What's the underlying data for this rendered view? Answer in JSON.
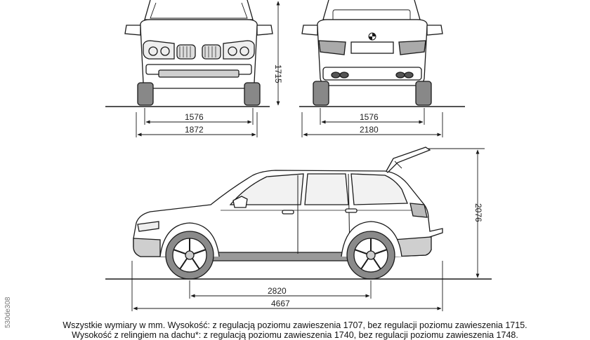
{
  "dimensions": {
    "front_track": "1576",
    "front_width": "1872",
    "height": "1715",
    "rear_track": "1576",
    "rear_width": "2180",
    "wheelbase": "2820",
    "length": "4667",
    "height_open_tailgate": "2076"
  },
  "caption": {
    "line1": "Wszystkie wymiary w mm. Wysokość: z regulacją poziomu zawieszenia 1707, bez regulacji poziomu zawieszenia 1715.",
    "line2": "Wysokość z relingiem na dachu*: z regulacją poziomu zawieszenia 1740, bez regulacji poziomu zawieszenia 1748."
  },
  "drawing_code": "530de308",
  "colors": {
    "line": "#1a1a1a",
    "shade": "#9a9a9a",
    "paper": "#ffffff"
  },
  "icons": [
    "bmw-logo-icon"
  ]
}
